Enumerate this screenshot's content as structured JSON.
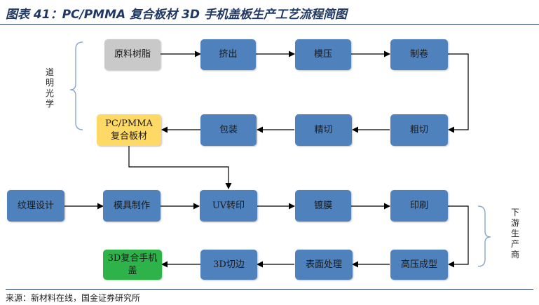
{
  "title": "图表 41：PC/PMMA 复合板材 3D 手机盖板生产工艺流程简图",
  "source": "来源：新材料在线，国金证券研究所",
  "side_labels": {
    "upstream": "道明光学",
    "downstream": "下游生产商"
  },
  "colors": {
    "blue": "#4f81bd",
    "gray": "#c9c9c9",
    "yellow": "#ffd966",
    "green": "#2db34a",
    "title": "#1f3864"
  },
  "nodes": {
    "raw_resin": "原料树脂",
    "extrusion": "挤出",
    "molding_press": "模压",
    "coiling": "制卷",
    "composite_sheet": "PC/PMMA复合板材",
    "packing": "包装",
    "fine_cut": "精切",
    "rough_cut": "粗切",
    "texture_design": "纹理设计",
    "mold_making": "模具制作",
    "uv_transfer": "UV转印",
    "coating": "镀膜",
    "printing": "印刷",
    "finished_cover": "3D复合手机盖",
    "cutting_3d": "3D切边",
    "surface_treatment": "表面处理",
    "high_pressure_forming": "高压成型"
  }
}
